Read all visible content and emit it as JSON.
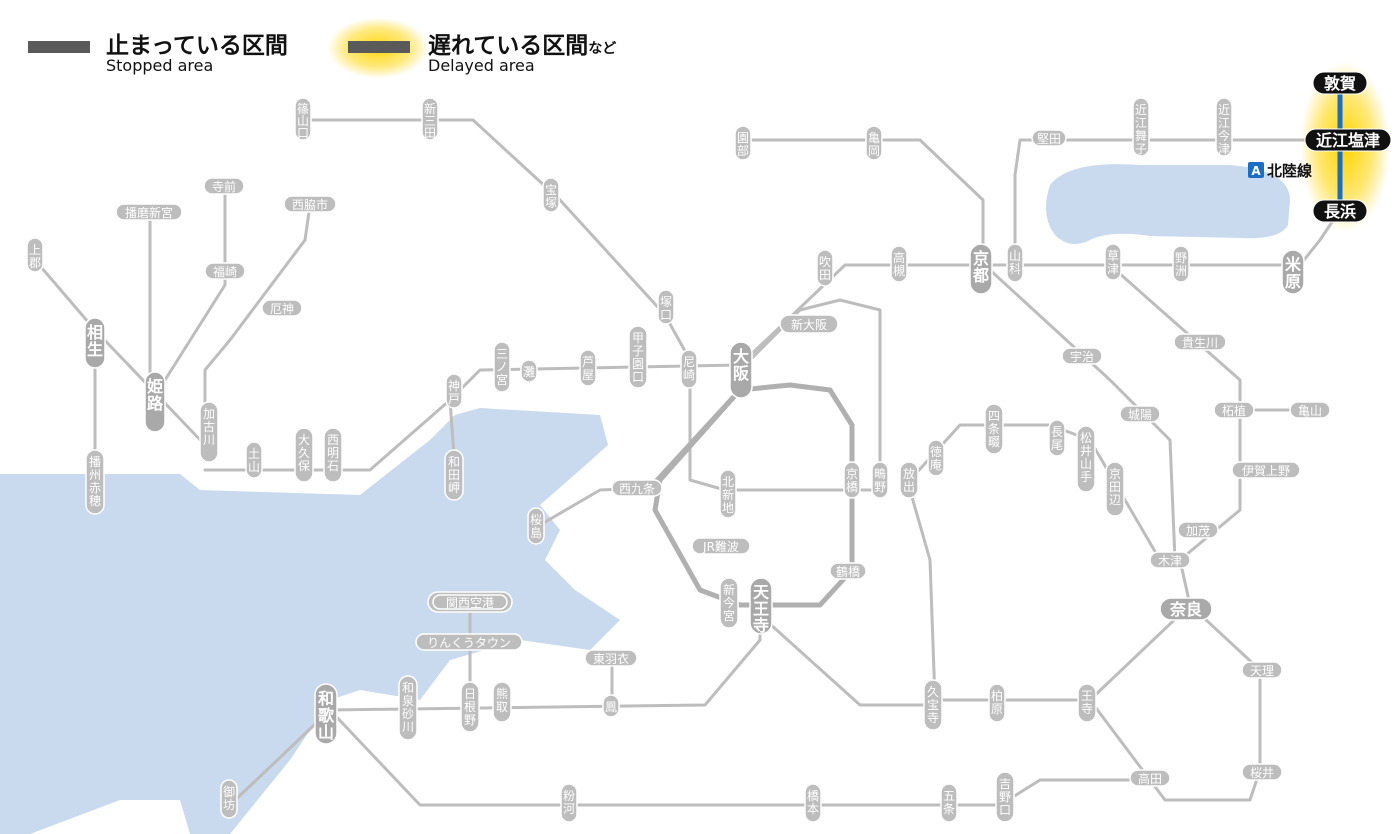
{
  "legend": {
    "stopped_jp": "止まっている区間",
    "stopped_en": "Stopped area",
    "delayed_jp": "遅れている区間",
    "delayed_jp_suffix": "など",
    "delayed_en": "Delayed area"
  },
  "colors": {
    "stopped": "#5a5a5a",
    "delay_glow": "#ffd400",
    "line_badge": "#1a6fc4",
    "water": "#c9d9ee",
    "line": "#bdbdbd",
    "station_fill": "#bdbdbd"
  },
  "delayed_line": {
    "badge": "A",
    "name": "北陸線",
    "stations": [
      "敦賀",
      "近江塩津",
      "長浜"
    ]
  },
  "stations": [
    {
      "id": "sasayamaguchi",
      "name": "篠山口"
    },
    {
      "id": "shinsanda",
      "name": "新三田"
    },
    {
      "id": "takarazuka",
      "name": "宝塚"
    },
    {
      "id": "tsukaguchi",
      "name": "塚口"
    },
    {
      "id": "sonobe",
      "name": "園部"
    },
    {
      "id": "kameoka",
      "name": "亀岡"
    },
    {
      "id": "katata",
      "name": "堅田"
    },
    {
      "id": "omimaiko",
      "name": "近江舞子"
    },
    {
      "id": "omiimazu",
      "name": "近江今津"
    },
    {
      "id": "teramae",
      "name": "寺前"
    },
    {
      "id": "harimashinmiya",
      "name": "播磨新宮"
    },
    {
      "id": "nishiwakishi",
      "name": "西脇市"
    },
    {
      "id": "kamigori",
      "name": "上郡"
    },
    {
      "id": "fukusaki",
      "name": "福崎"
    },
    {
      "id": "yakujin",
      "name": "厄神"
    },
    {
      "id": "aioi",
      "name": "相生"
    },
    {
      "id": "himeji",
      "name": "姫路"
    },
    {
      "id": "kakogawa",
      "name": "加古川"
    },
    {
      "id": "tsuchiyama",
      "name": "土山"
    },
    {
      "id": "okubo",
      "name": "大久保"
    },
    {
      "id": "nishiakashi",
      "name": "西明石"
    },
    {
      "id": "banshuako",
      "name": "播州赤穂"
    },
    {
      "id": "kobe",
      "name": "神戸"
    },
    {
      "id": "sannomiya",
      "name": "三ノ宮"
    },
    {
      "id": "nada",
      "name": "灘"
    },
    {
      "id": "ashiya",
      "name": "芦屋"
    },
    {
      "id": "koshienguchi",
      "name": "甲子園口"
    },
    {
      "id": "amagasaki",
      "name": "尼崎"
    },
    {
      "id": "osaka",
      "name": "大阪"
    },
    {
      "id": "shinosaka",
      "name": "新大阪"
    },
    {
      "id": "suita",
      "name": "吹田"
    },
    {
      "id": "takatsuki",
      "name": "高槻"
    },
    {
      "id": "kyoto",
      "name": "京都"
    },
    {
      "id": "yamashina",
      "name": "山科"
    },
    {
      "id": "kusatsu",
      "name": "草津"
    },
    {
      "id": "yasu",
      "name": "野洲"
    },
    {
      "id": "maibara",
      "name": "米原"
    },
    {
      "id": "wadamisaki",
      "name": "和田岬"
    },
    {
      "id": "sakurajima",
      "name": "桜島"
    },
    {
      "id": "nishikujo",
      "name": "西九条"
    },
    {
      "id": "kitashinchi",
      "name": "北新地"
    },
    {
      "id": "kyobashi",
      "name": "京橋"
    },
    {
      "id": "shigino",
      "name": "鴫野"
    },
    {
      "id": "hanaten",
      "name": "放出"
    },
    {
      "id": "tsuruhashi",
      "name": "鶴橋"
    },
    {
      "id": "tennoji",
      "name": "天王寺"
    },
    {
      "id": "shinimamiya",
      "name": "新今宮"
    },
    {
      "id": "jrnamba",
      "name": "JR難波"
    },
    {
      "id": "uji",
      "name": "宇治"
    },
    {
      "id": "jojo",
      "name": "城陽"
    },
    {
      "id": "tsuge",
      "name": "柘植"
    },
    {
      "id": "kameyama",
      "name": "亀山"
    },
    {
      "id": "kibukawa",
      "name": "貴生川"
    },
    {
      "id": "igaueno",
      "name": "伊賀上野"
    },
    {
      "id": "kamo",
      "name": "加茂"
    },
    {
      "id": "kizu",
      "name": "木津"
    },
    {
      "id": "nara",
      "name": "奈良"
    },
    {
      "id": "shijonawate",
      "name": "四条畷"
    },
    {
      "id": "tokuan",
      "name": "徳庵"
    },
    {
      "id": "nagao",
      "name": "長尾"
    },
    {
      "id": "matsuiyamate",
      "name": "松井山手"
    },
    {
      "id": "kyotanabe",
      "name": "京田辺"
    },
    {
      "id": "tenri",
      "name": "天理"
    },
    {
      "id": "sakurai",
      "name": "桜井"
    },
    {
      "id": "kansaiairport",
      "name": "関西空港"
    },
    {
      "id": "rinku",
      "name": "りんくうタウン"
    },
    {
      "id": "higashihagoromo",
      "name": "東羽衣"
    },
    {
      "id": "otori",
      "name": "鳳"
    },
    {
      "id": "wakayama",
      "name": "和歌山"
    },
    {
      "id": "izumisunagawa",
      "name": "和泉砂川"
    },
    {
      "id": "hineno",
      "name": "日根野"
    },
    {
      "id": "kumatori",
      "name": "熊取"
    },
    {
      "id": "kyuhoji",
      "name": "久宝寺"
    },
    {
      "id": "kashiwara",
      "name": "柏原"
    },
    {
      "id": "oji",
      "name": "王寺"
    },
    {
      "id": "takada",
      "name": "高田"
    },
    {
      "id": "obo",
      "name": "御坊"
    },
    {
      "id": "kokawa",
      "name": "粉河"
    },
    {
      "id": "hashimoto",
      "name": "橋本"
    },
    {
      "id": "gojo",
      "name": "五条"
    },
    {
      "id": "yoshinoguchi",
      "name": "吉野口"
    }
  ]
}
